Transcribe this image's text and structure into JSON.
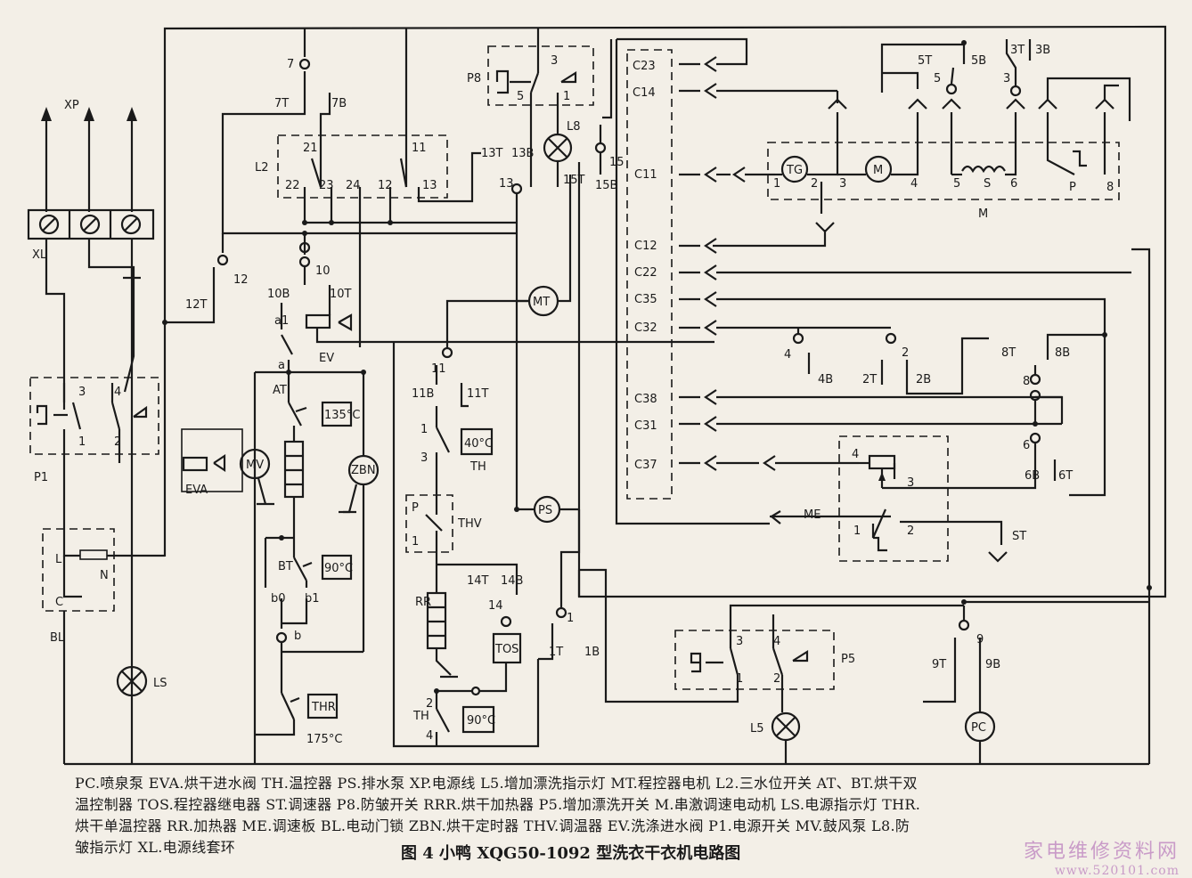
{
  "legend_lines": [
    "PC.喷泉泵  EVA.烘干进水阀  TH.温控器  PS.排水泵  XP.电源线  L5.增加漂洗指示灯  MT.程控器电机  L2.三水位开关  AT、BT.烘干双",
    "温控制器  TOS.程控器继电器  ST.调速器  P8.防皱开关  RRR.烘干加热器  P5.增加漂洗开关  M.串激调速电动机  LS.电源指示灯  THR.",
    "烘干单温控器  RR.加热器  ME.调速板  BL.电动门锁  ZBN.烘干定时器  THV.调温器  EV.洗涤进水阀  P1.电源开关  MV.鼓风泵  L8.防",
    "皱指示灯  XL.电源线套环"
  ],
  "caption": "图 4   小鸭 XQG50-1092 型洗衣干衣机电路图",
  "watermark": {
    "site_name": "家电维修资料网",
    "url": "www.520101.com"
  },
  "labels": {
    "XP": "XP",
    "XL": "XL",
    "P1": "P1",
    "BL": "BL",
    "LS": "LS",
    "L": "L",
    "N": "N",
    "C": "C",
    "p1_3": "3",
    "p1_4": "4",
    "p1_1": "1",
    "p1_2": "2",
    "L2": "L2",
    "t7": "7",
    "7T": "7T",
    "7B": "7B",
    "l2_21": "21",
    "l2_11": "11",
    "l2_22": "22",
    "l2_23": "23",
    "l2_24": "24",
    "l2_12": "12",
    "l2_13": "13",
    "t10": "10",
    "10B": "10B",
    "10T": "10T",
    "t12": "12",
    "12T": "12T",
    "EV": "EV",
    "a1": "a1",
    "a": "a",
    "AT": "AT",
    "AT_temp": "135°C",
    "ZBN": "ZBN",
    "MV": "MV",
    "EVA": "EVA",
    "BT": "BT",
    "BT_temp": "90°C",
    "b0": "b0",
    "b1": "b1",
    "b": "b",
    "THR": "THR",
    "THR_temp": "175°C",
    "P8": "P8",
    "p8_3": "3",
    "p8_5": "5",
    "p8_1": "1",
    "L8": "L8",
    "13T": "13T",
    "13B": "13B",
    "t13": "13",
    "15T": "15T",
    "t15": "15",
    "15B": "15B",
    "MT": "MT",
    "t11": "11",
    "11B": "11B",
    "11T": "11T",
    "th1": "1",
    "th3": "3",
    "TH_temp": "40°C",
    "TH": "TH",
    "PS": "PS",
    "P": "P",
    "THV": "THV",
    "thv1": "1",
    "RR": "RR",
    "14T": "14T",
    "14B": "14B",
    "t14": "14",
    "TOS": "TOS",
    "t1": "1",
    "1T": "1T",
    "1B": "1B",
    "TH2": "TH",
    "th2_2": "2",
    "th2_4": "4",
    "TH2_temp": "90°C",
    "C23": "C23",
    "C14": "C14",
    "C11": "C11",
    "C12": "C12",
    "C22": "C22",
    "C35": "C35",
    "C32": "C32",
    "C38": "C38",
    "C31": "C31",
    "C37": "C37",
    "5T": "5T",
    "5B": "5B",
    "3T": "3T",
    "3B": "3B",
    "t5": "5",
    "t3": "3",
    "TG": "TG",
    "m1": "1",
    "m2": "2",
    "m3": "3",
    "m4": "4",
    "m5": "5",
    "S": "S",
    "m6": "6",
    "mP": "P",
    "m8": "8",
    "M": "M",
    "t4": "4",
    "4B": "4B",
    "t2": "2",
    "2T": "2T",
    "2B": "2B",
    "8T": "8T",
    "8B": "8B",
    "t8": "8",
    "t6": "6",
    "6B": "6B",
    "6T": "6T",
    "ME": "ME",
    "me4": "4",
    "me3": "3",
    "me1": "1",
    "me2": "2",
    "ST": "ST",
    "P5": "P5",
    "p5_3": "3",
    "p5_4": "4",
    "p5_1": "1",
    "p5_2": "2",
    "L5": "L5",
    "t9": "9",
    "9T": "9T",
    "9B": "9B",
    "PC": "PC"
  }
}
